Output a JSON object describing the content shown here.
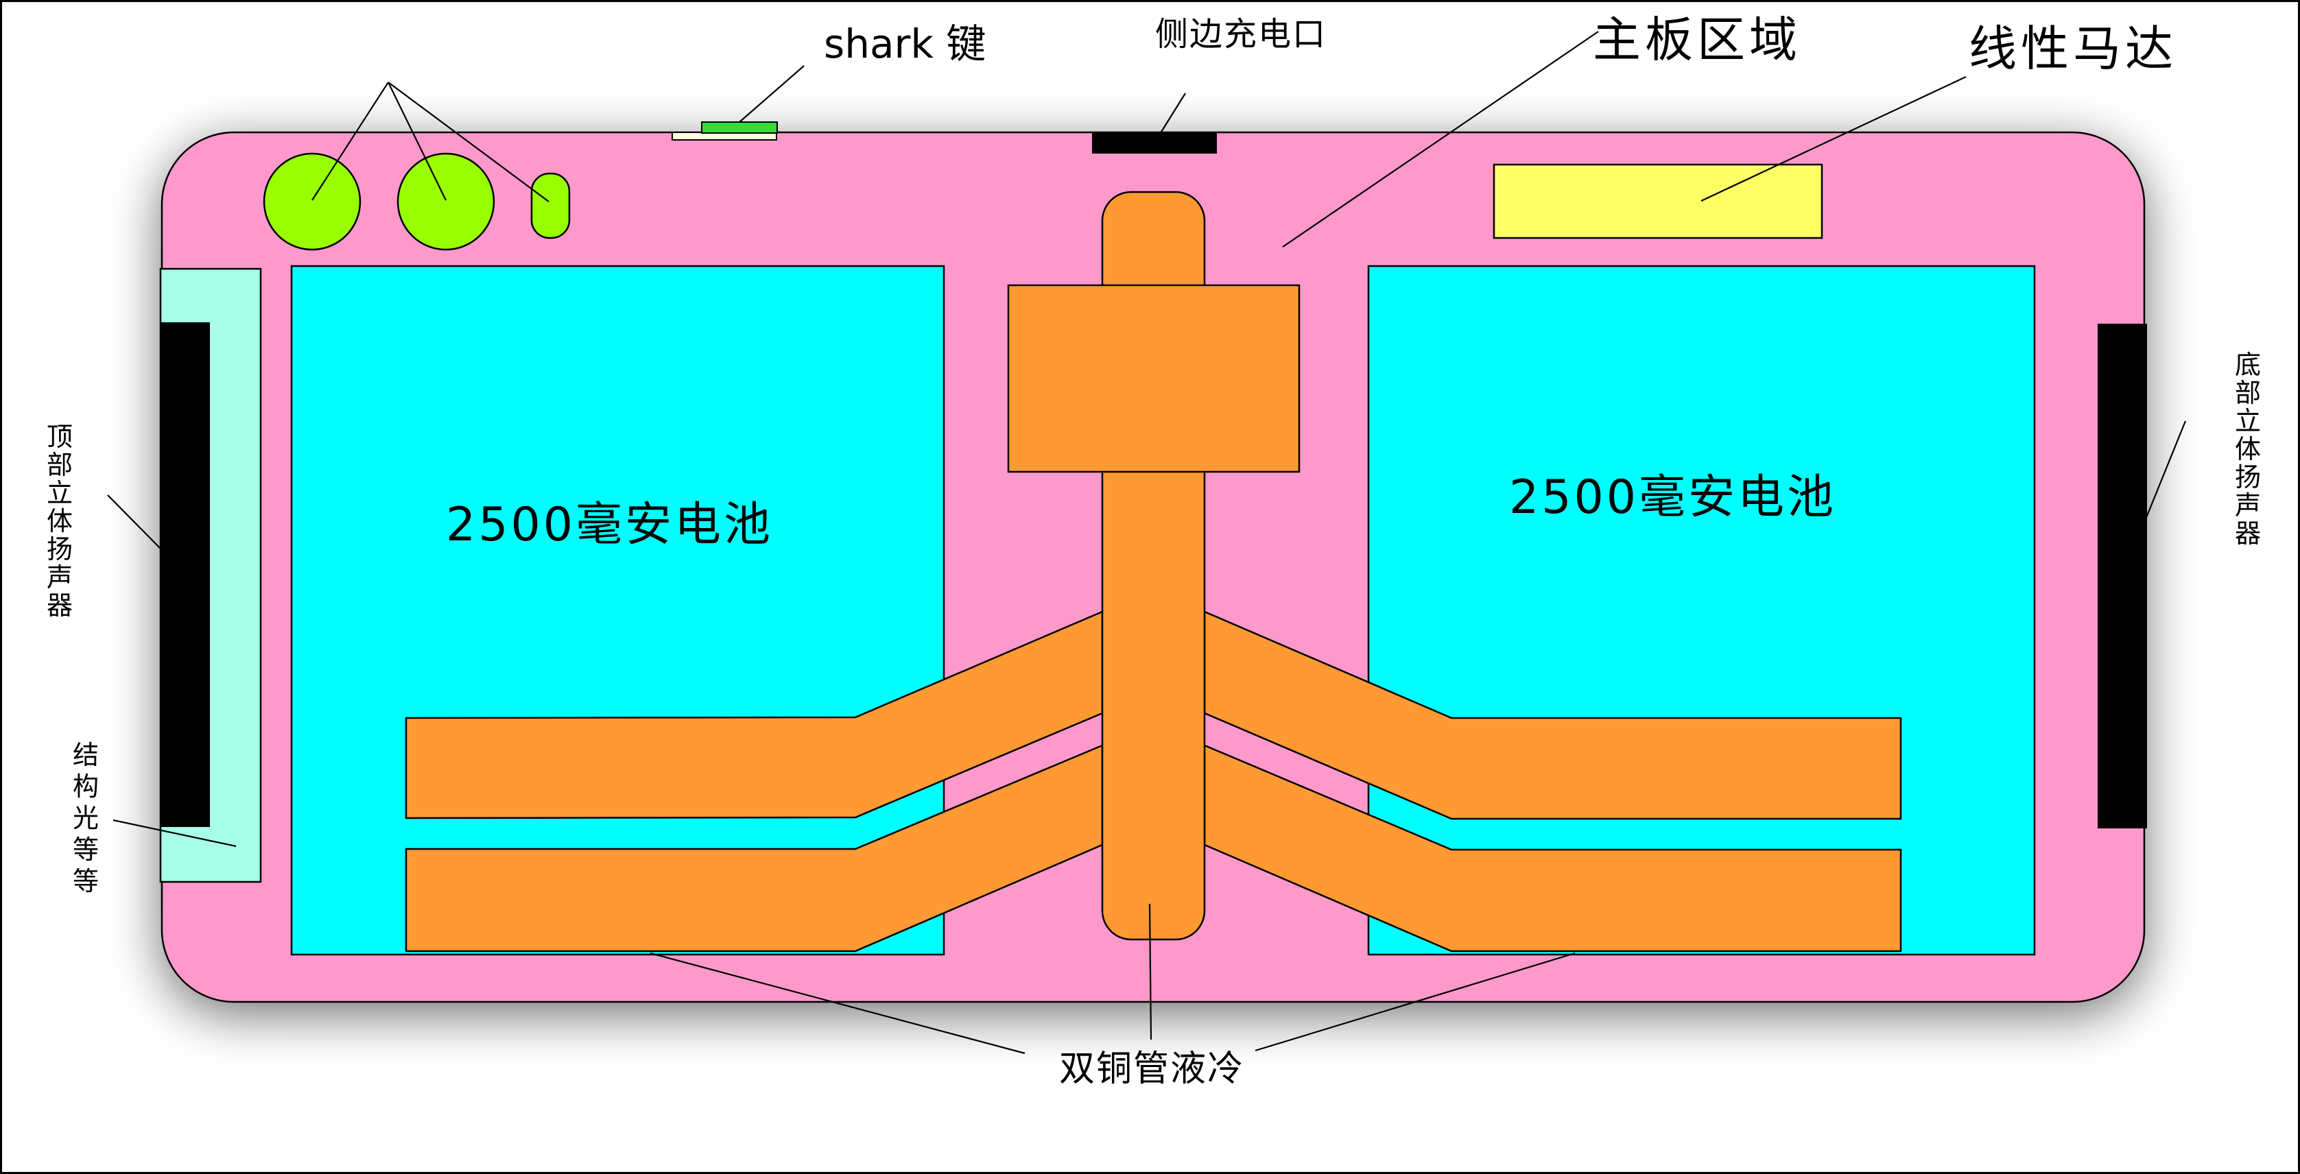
{
  "labels": {
    "shark_key": "shark 键",
    "side_charge_port": "侧边充电口",
    "mainboard_area": "主板区域",
    "linear_motor": "线性马达",
    "top_speaker": [
      "顶",
      "部",
      "立",
      "体",
      "扬",
      "声",
      "器"
    ],
    "bottom_speaker": [
      "底",
      "部",
      "立",
      "体",
      "扬",
      "声",
      "器"
    ],
    "structural_light": [
      "结",
      "构",
      "光",
      "等",
      "等"
    ],
    "liquid_cooling": "双铜管液冷"
  },
  "batteries": [
    {
      "label": "2500毫安电池"
    },
    {
      "label": "2500毫安电池"
    }
  ],
  "colors": {
    "body": "#ff99cc",
    "battery": "#00ffff",
    "copper_pipe": "#ff9933",
    "camera": "#99ff00",
    "motor": "#ffff66",
    "light_area": "#a6ffe6",
    "speaker": "#000000",
    "shark_key": "#33dd33"
  }
}
